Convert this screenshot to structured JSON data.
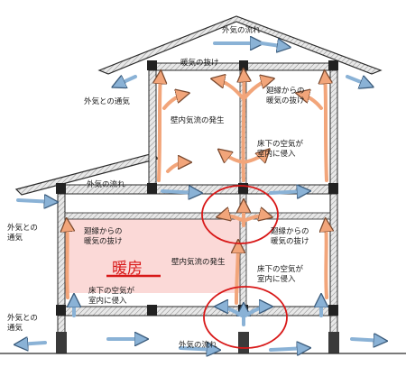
{
  "labels": {
    "roof_outside_flow": "外気の流れ",
    "attic_exhaust": "暖気の抜け",
    "upper_left_ventilation": "外気との通気",
    "upper_room_right_exhaust": "廻縁からの\n暖気の抜け",
    "upper_wall_flow": "壁内気流の発生",
    "upper_floor_air_in": "床下の空気が\n室内に侵入",
    "middle_outside_flow": "外気の流れ",
    "left_outside_vent_mid": "外気との\n通気",
    "lower_left_exhaust": "廻縁からの\n暖気の抜け",
    "lower_right_exhaust": "廻縁からの\n暖気の抜け",
    "lower_wall_flow": "壁内気流の発生",
    "lower_left_floor_in": "床下の空気が\n室内に侵入",
    "lower_right_floor_in": "床下の空気が\n室内に侵入",
    "left_outside_vent_bottom": "外気との\n通気",
    "bottom_outside_flow": "外気の流れ",
    "heating": "暖房"
  },
  "colors": {
    "warm_arrow": "#f2a57a",
    "cool_arrow": "#8ab2d6",
    "heated_room": "#fbd9d7",
    "highlight": "#d81818",
    "structure": "#2a2a2a"
  }
}
